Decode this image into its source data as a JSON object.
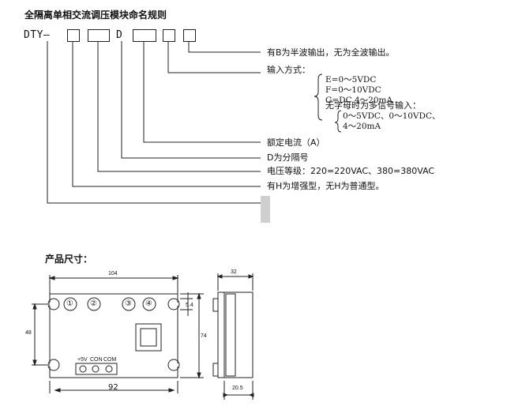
{
  "header": {
    "title": "全隔离单相交流调压模块命名规则",
    "model_prefix": "DTY—",
    "model_d": "D"
  },
  "naming_rules": {
    "half_wave": "有B为半波输出，无为全波输出。",
    "input_mode": "输入方式：",
    "input_options": [
      "E=0～5VDC",
      "F=0～10VDC",
      "G=DC 4～20mA"
    ],
    "multi_signal_note": "无字母时为多信号输入：",
    "multi_signal_values": [
      "0～5VDC、0～10VDC、",
      "4～20mA"
    ],
    "rated_current": "额定电流（A）",
    "isolation": "D为分隔号",
    "voltage_grade": "电压等级：220=220VAC、380=380VAC",
    "enhanced": "有H为增强型，无H为普通型。"
  },
  "dimensions": {
    "section_title": "产品尺寸：",
    "width_top": "104",
    "height_left": "48",
    "hole_offset": "5.4",
    "height_right": "74",
    "width_bottom": "92",
    "side_width": "32",
    "side_bottom": "20.5",
    "terminals": [
      "①",
      "②",
      "③",
      "④"
    ],
    "labels": [
      "+5V",
      "CON",
      "COM"
    ]
  },
  "colors": {
    "line": "#222222",
    "gray_bar": "#cfcfcf"
  }
}
